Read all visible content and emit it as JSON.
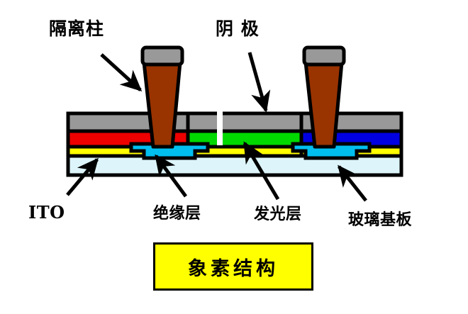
{
  "diagram": {
    "title": "象素结构",
    "labels": {
      "separator": "隔离柱",
      "cathode": "阴 极",
      "ito": "ITO",
      "insulator": "绝缘层",
      "emissive": "发光层",
      "substrate": "玻璃基板"
    },
    "colors": {
      "outline": "#000000",
      "background": "#FFFFFF",
      "cathode_gray": "#999999",
      "separator_brown": "#993300",
      "insulator_cyan": "#00BFEF",
      "ito_yellow": "#FFFF00",
      "glass_lightblue": "#DDF5FA",
      "pixel_red": "#EE0000",
      "pixel_green": "#00D900",
      "pixel_blue": "#0000E0",
      "title_fill": "#FFFF00"
    },
    "layers": [
      {
        "name": "cathode",
        "label": "阴 极",
        "color": "#999999"
      },
      {
        "name": "emissive-red",
        "label": "发光层",
        "color": "#EE0000"
      },
      {
        "name": "emissive-green",
        "label": "发光层",
        "color": "#00D900"
      },
      {
        "name": "emissive-blue",
        "label": "发光层",
        "color": "#0000E0"
      },
      {
        "name": "ito",
        "label": "ITO",
        "color": "#FFFF00"
      },
      {
        "name": "insulator",
        "label": "绝缘层",
        "color": "#00BFEF"
      },
      {
        "name": "glass-substrate",
        "label": "玻璃基板",
        "color": "#DDF5FA"
      },
      {
        "name": "separator-pillar",
        "label": "隔离柱",
        "color": "#993300"
      }
    ],
    "pixels": [
      {
        "index": 1,
        "emissive_color": "#EE0000"
      },
      {
        "index": 2,
        "emissive_color": "#00D900"
      },
      {
        "index": 3,
        "emissive_color": "#0000E0"
      }
    ]
  }
}
